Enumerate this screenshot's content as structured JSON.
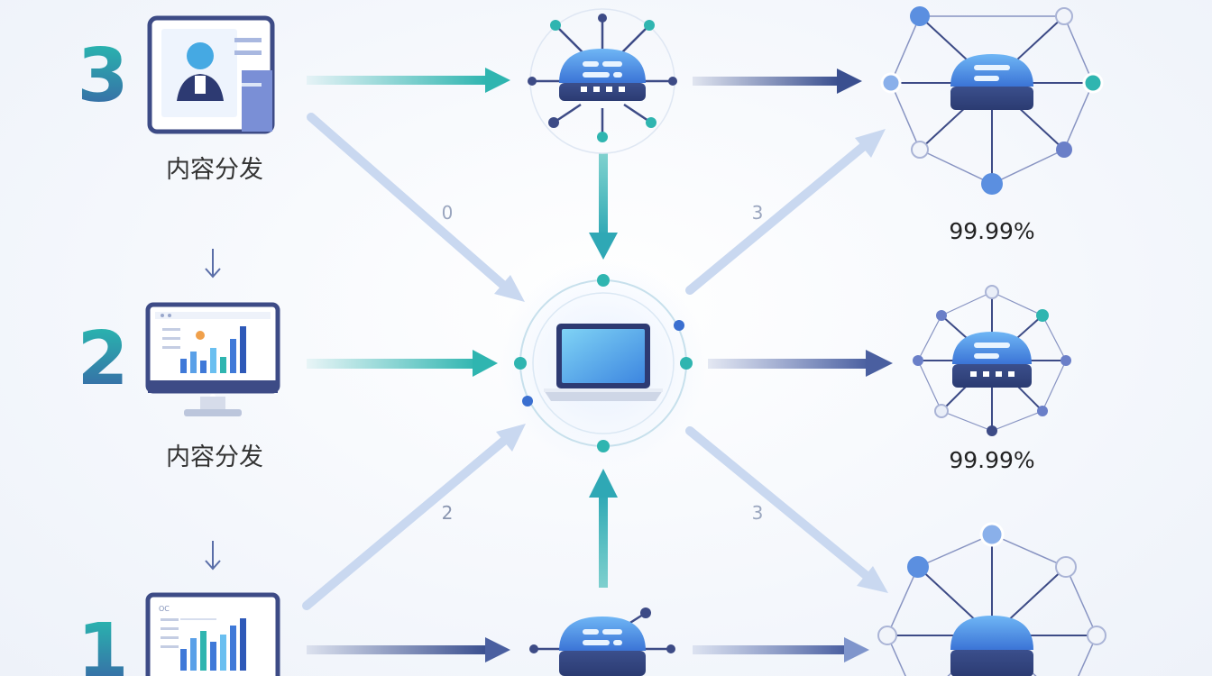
{
  "steps": [
    {
      "number": "3",
      "caption": "内容分发"
    },
    {
      "number": "2",
      "caption": "内容分发"
    },
    {
      "number": "1",
      "caption": ""
    }
  ],
  "edge_labels": {
    "upper_left": "0",
    "upper_right": "3",
    "lower_left": "2",
    "lower_right": "3"
  },
  "availability": {
    "top": "99.99%",
    "middle": "99.99%"
  },
  "screen_small_text": "OC",
  "colors": {
    "teal": "#2fb5b0",
    "navy": "#3a4f8f",
    "blue": "#4a8fe0",
    "light_blue": "#b9cdee",
    "number_gradient_top": "#27c0b0",
    "number_gradient_bottom": "#3a5fa5"
  },
  "icons": [
    "profile-card-icon",
    "dashboard-monitor-icon",
    "analytics-monitor-icon",
    "server-hub-icon",
    "laptop-icon",
    "network-node-icon",
    "arrow-down-icon"
  ]
}
